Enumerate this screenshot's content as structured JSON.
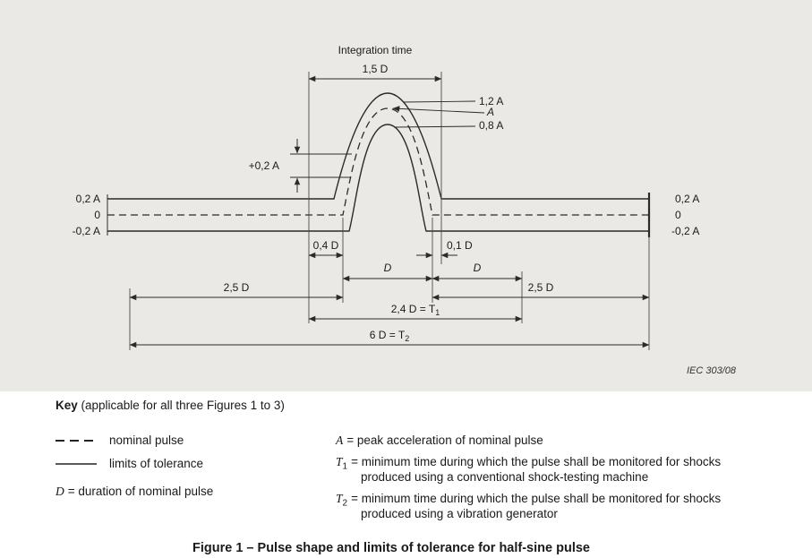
{
  "figure": {
    "iec_ref": "IEC 303/08",
    "caption": "Figure 1 – Pulse shape and limits of tolerance for half-sine pulse"
  },
  "diagram": {
    "integration_time_label": "Integration time",
    "dim_1_5d": "1,5 D",
    "amp_1_2a": "1,2 A",
    "amp_a": "A",
    "amp_0_8a": "0,8 A",
    "tol_plus_0_2a": "+0,2 A",
    "axis_left": {
      "p02a": "0,2 A",
      "zero": "0",
      "m02a": "-0,2 A"
    },
    "axis_right": {
      "p02a": "0,2 A",
      "zero": "0",
      "m02a": "-0,2 A"
    },
    "dim_0_4d": "0,4 D",
    "dim_0_1d": "0,1 D",
    "dim_d_pulse": "D",
    "dim_d_after": "D",
    "dim_2_5d_left": "2,5 D",
    "dim_2_5d_right": "2,5 D",
    "dim_t1_text": "2,4 D = T",
    "dim_t1_sub": "1",
    "dim_t2_text": "6 D = T",
    "dim_t2_sub": "2"
  },
  "key": {
    "heading_bold": "Key",
    "heading_rest": " (applicable for all three Figures 1 to 3)",
    "nominal_pulse_label": "nominal pulse",
    "tolerance_label": "limits of tolerance",
    "d_def_sym": "D",
    "d_def_text": "= duration of nominal pulse",
    "a_def_sym": "A",
    "a_def_text": "= peak acceleration of nominal pulse",
    "t1_sym": "T",
    "t1_sub": "1",
    "t1_text": "= minimum time during which the pulse shall be monitored for shocks produced using a conventional shock-testing machine",
    "t2_sym": "T",
    "t2_sub": "2",
    "t2_text": "= minimum time during which the pulse shall be monitored for shocks produced using a vibration generator"
  }
}
